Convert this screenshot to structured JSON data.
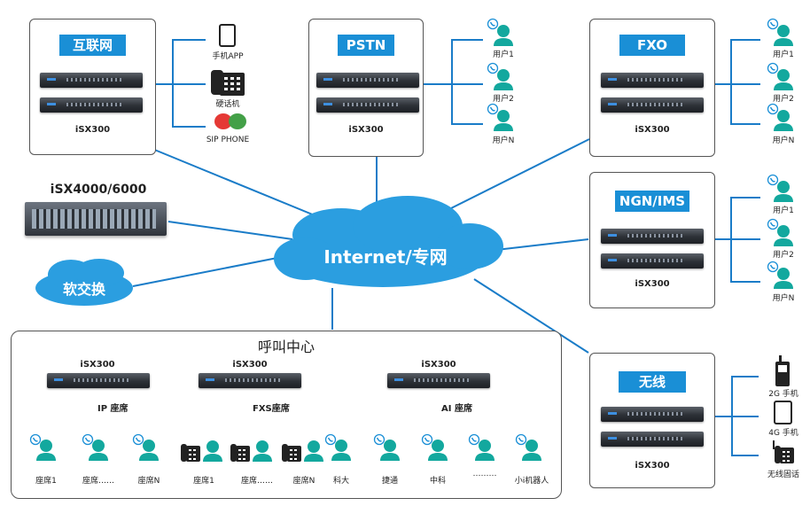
{
  "cloud": {
    "label": "Internet/专网"
  },
  "softswitch": {
    "label": "软交换"
  },
  "big_device": {
    "label": "iSX4000/6000"
  },
  "internet_box": {
    "title": "互联网",
    "device": "iSX300",
    "terminals": [
      "手机APP",
      "硬话机",
      "SIP PHONE"
    ]
  },
  "pstn_box": {
    "title": "PSTN",
    "device": "iSX300",
    "users": [
      "用户1",
      "用户2",
      "用户N"
    ]
  },
  "fxo_box": {
    "title": "FXO",
    "device": "iSX300",
    "users": [
      "用户1",
      "用户2",
      "用户N"
    ]
  },
  "ngn_box": {
    "title": "NGN/IMS",
    "device": "iSX300",
    "users": [
      "用户1",
      "用户2",
      "用户N"
    ]
  },
  "wireless_box": {
    "title": "无线",
    "device": "iSX300",
    "terminals": [
      "2G 手机",
      "4G 手机",
      "无线固话"
    ]
  },
  "callcenter": {
    "title": "呼叫中心",
    "groups": [
      {
        "device": "iSX300",
        "label": "IP 座席",
        "seats": [
          "座席1",
          "座席……",
          "座席N"
        ]
      },
      {
        "device": "iSX300",
        "label": "FXS座席",
        "seats": [
          "座席1",
          "座席……",
          "座席N"
        ]
      },
      {
        "device": "iSX300",
        "label": "AI 座席",
        "seats": [
          "科大",
          "捷通",
          "中科",
          "………",
          "小i机器人"
        ]
      }
    ]
  },
  "colors": {
    "accent": "#1a8fd6",
    "fxs_line": "#f2c400",
    "user_teal": "#13a89e"
  }
}
